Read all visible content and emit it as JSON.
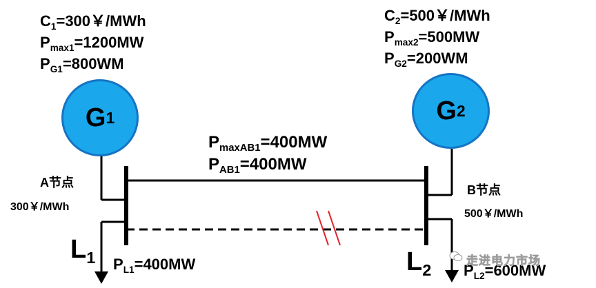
{
  "gen1": {
    "cost_base": "C",
    "cost_sub": "1",
    "cost_rest": "=300￥/MWh",
    "pmax_base": "P",
    "pmax_sub": "max1",
    "pmax_rest": "=1200MW",
    "pg_base": "P",
    "pg_sub": "G1",
    "pg_rest": "=800WM",
    "label_base": "G",
    "label_sub": "1"
  },
  "gen2": {
    "cost_base": "C",
    "cost_sub": "2",
    "cost_rest": "=500￥/MWh",
    "pmax_base": "P",
    "pmax_sub": "max2",
    "pmax_rest": "=500MW",
    "pg_base": "P",
    "pg_sub": "G2",
    "pg_rest": "=200WM",
    "label_base": "G",
    "label_sub": "2"
  },
  "line": {
    "pmax_base": "P",
    "pmax_sub": "maxAB1",
    "pmax_rest": "=400MW",
    "flow_base": "P",
    "flow_sub": "AB1",
    "flow_rest": "=400MW"
  },
  "nodeA": {
    "name": "A节点",
    "price": "300￥/MWh"
  },
  "nodeB": {
    "name": "B节点",
    "price": "500￥/MWh"
  },
  "load1": {
    "label_base": "L",
    "label_sub": "1",
    "p_base": "P",
    "p_sub": "L1",
    "p_rest": "=400MW"
  },
  "load2": {
    "label_base": "L",
    "label_sub": "2",
    "p_base": "P",
    "p_sub": "L2",
    "p_rest": "=600MW"
  },
  "watermark": {
    "text": "走进电力市场"
  },
  "colors": {
    "generator_fill": "#1aa7ec",
    "generator_border": "#1574c4",
    "fault_mark": "#e0262b"
  }
}
